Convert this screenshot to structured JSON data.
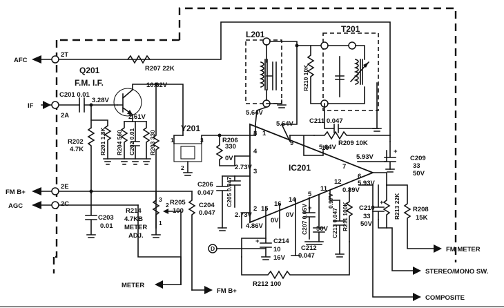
{
  "terminals": {
    "afc": "AFC",
    "t2": "2T",
    "if": "IF",
    "t2a": "2A",
    "fmb_in": "FM B+",
    "t2e": "2E",
    "agc": "AGC",
    "t2c": "2C"
  },
  "transistor": {
    "ref": "Q201",
    "desc": "F.M. I.F."
  },
  "components": {
    "r207": "R207  22K",
    "c201": "C201  0.01",
    "v_base": "3.28V",
    "v_collector": "10.62V",
    "v_emitter": "2.61V",
    "r202_ref": "R202",
    "r202_val": "4.7K",
    "r201": "R201  1.8K",
    "r204": "R204  560",
    "c202": "C202  0.01",
    "r203": "R203  330",
    "y201": "Y201",
    "y201_pin1": "1",
    "y201_pin2": "2",
    "y201_pin3": "3",
    "l201": "L201",
    "t201": "T201",
    "r210": "R210  10K",
    "c211": "C211  0.047",
    "r209": "R209  10K",
    "r206_ref": "R206",
    "r206_val": "330",
    "v_l201": "5.64V",
    "v_pin9": "5.64V",
    "v_pin10": "5.64V",
    "v_pin7": "5.93V",
    "v_pin6": "5.93V",
    "v_pin12": "0.89V",
    "v_pin1": "0V",
    "v_pin4a": "2.73V",
    "v_pin4b": "2.73V",
    "v_pin2": "4.86V",
    "v_pin16": "0V",
    "v_pin14": "0V",
    "c209_ref": "C209",
    "c209_v1": "33",
    "c209_v2": "50V",
    "ic": "IC201",
    "c206_ref": "C206",
    "c206_val": "0.047",
    "c205": "C205  0.047",
    "c204_ref": "C204",
    "c204_val": "0.047",
    "c203_ref": "C203",
    "c203_val": "0.01",
    "r214_ref": "R214",
    "r214_val": "4.7KB",
    "meter_adj1": "METER",
    "meter_adj2": "ADJ.",
    "r205_ref": "R205",
    "r205_val": "100",
    "c214_ref": "C214",
    "c214_v1": "10",
    "c214_v2": "16V",
    "c207": "C207  0.05V",
    "c207_v": "50V",
    "c212_ref": "C212",
    "c212_val": "0.047",
    "c213": "C213  0.047",
    "v_pin5": "0.97V",
    "r211": "R211  100K",
    "c210_ref": "C210",
    "c210_v1": "33",
    "c210_v2": "50V",
    "r213": "R213  22K",
    "r208_ref": "R208",
    "r208_val": "15K",
    "r212": "R212   100",
    "pin_1": "1",
    "pin_2": "2",
    "pin_3": "3",
    "pin_4": "4",
    "pin_5": "5",
    "pin_6": "6",
    "pin_7": "7",
    "pin_8": "8",
    "pin_9": "9",
    "pin_10": "10",
    "pin_11": "11",
    "pin_12": "12",
    "pin_14": "14",
    "pin_15": "15",
    "pin_16": "16",
    "pot_1": "1",
    "pot_2": "2",
    "pot_3": "3",
    "circle_d": "D"
  },
  "outputs": {
    "meter": "METER",
    "fmb": "FM B+",
    "fm_meter": "FM METER",
    "stereo": "STEREO/MONO SW.",
    "composite": "COMPOSITE"
  }
}
